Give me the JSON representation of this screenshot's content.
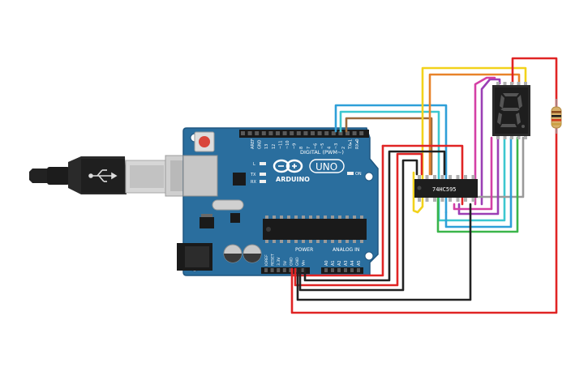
{
  "board": {
    "brand": "ARDUINO",
    "model": "UNO",
    "digital_header": "DIGITAL (PWM~)",
    "power_header": "POWER",
    "analog_header": "ANALOG IN",
    "on_label": "ON",
    "led_labels": [
      "L",
      "TX",
      "RX"
    ],
    "digital_pins": [
      "AREF",
      "GND",
      "13",
      "12",
      "~11",
      "~10",
      "~9",
      "8",
      "7",
      "~6",
      "~5",
      "4",
      "~3",
      "2",
      "TX▸1",
      "RX◂0"
    ],
    "power_pins": [
      "IOREF",
      "RESET",
      "3.3V",
      "5V",
      "GND",
      "GND",
      "Vin"
    ],
    "analog_pins": [
      "A0",
      "A1",
      "A2",
      "A3",
      "A4",
      "A5"
    ]
  },
  "chip": {
    "label": "74HC595"
  },
  "display": {
    "digit": "8"
  },
  "colors": {
    "board": "#2a6e9e",
    "board_dark": "#1f5680",
    "wire_red": "#e02424",
    "wire_black": "#222222",
    "wire_yellow": "#f2d21b",
    "wire_orange": "#e8832a",
    "wire_brown": "#9b6a3c",
    "wire_blue": "#2e9fd8",
    "wire_cyan": "#3cc7cf",
    "wire_green": "#3ab54a",
    "wire_purple": "#9b3fb5",
    "wire_magenta": "#d43fa5",
    "wire_grey": "#9a9a9a",
    "resistor": "#d8b06a"
  }
}
